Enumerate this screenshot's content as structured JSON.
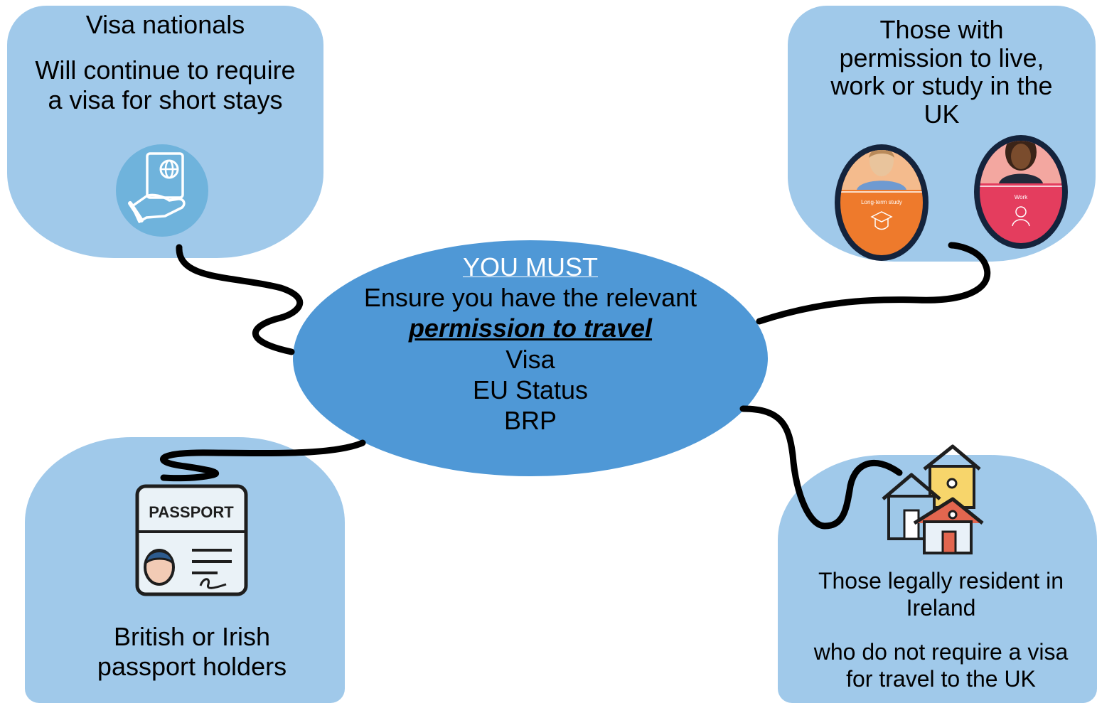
{
  "center": {
    "heading": "YOU MUST",
    "line1": "Ensure you have the relevant",
    "emphasis": "permission to travel",
    "items": [
      "Visa",
      "EU Status",
      "BRP"
    ]
  },
  "top_left": {
    "title": "Visa nationals",
    "body": "Will continue to require a visa for short stays",
    "icon": "passport-hand-icon"
  },
  "top_right": {
    "body": "Those with permission to live, work or study in the UK",
    "avatars": [
      {
        "label": "Long-term study",
        "color": "#ee7a2c",
        "icon": "student-icon"
      },
      {
        "label": "Work",
        "color": "#e43d5e",
        "icon": "worker-icon"
      }
    ]
  },
  "bottom_left": {
    "body": "British or Irish passport holders",
    "icon": "passport-icon",
    "passport_word": "PASSPORT"
  },
  "bottom_right": {
    "line1": "Those legally resident in Ireland",
    "line2": "who do not require a visa for travel to the UK",
    "icon": "houses-icon"
  },
  "colors": {
    "bubble": "#a0c9ea",
    "center": "#4f98d6",
    "connector": "#000000"
  }
}
